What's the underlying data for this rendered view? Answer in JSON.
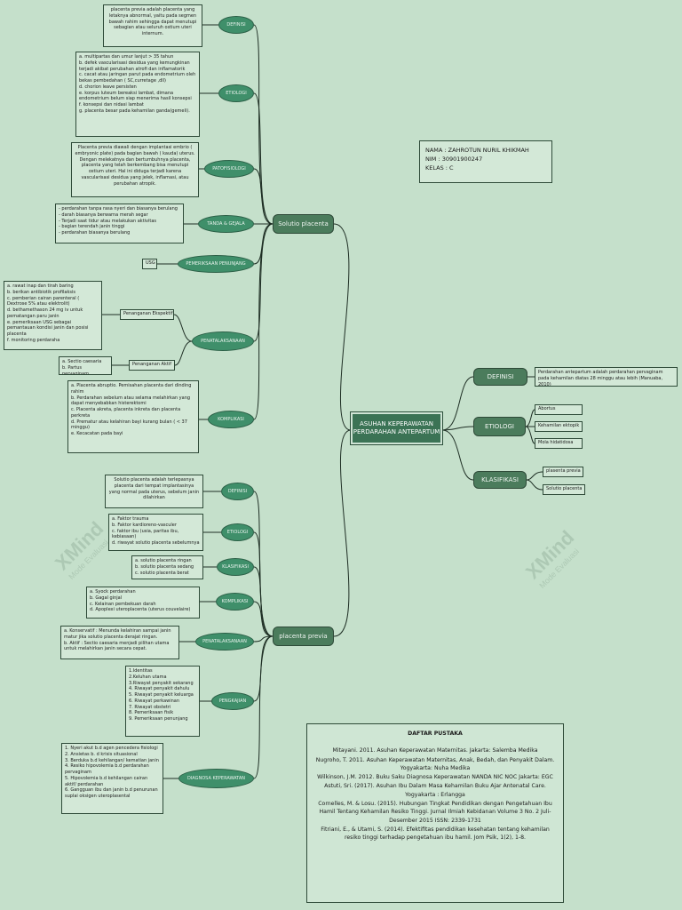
{
  "center": "ASUHAN KEPERAWATAN\nPERDARAHAN ANTEPARTUM",
  "identity": {
    "nama": "NAMA  : ZAHROTUN NURIL KHIKMAH",
    "nim": "NIM     : 30901900247",
    "kelas": "KELAS : C"
  },
  "watermark": {
    "name": "XMind",
    "sub": "Mode Evaluasi"
  },
  "right": {
    "definisi": {
      "label": "DEFINISI",
      "text": "Perdarahan antepartum adalah perdarahan pervaginam pada kehamilan diatas 28 minggu atau lebih (Manuaba, 2010)"
    },
    "etiologi": {
      "label": "ETIOLOGI",
      "items": [
        "Abortus",
        "Kehamilan ektopik",
        "Mola hidatidosa"
      ]
    },
    "klasifikasi": {
      "label": "KLASIFIKASI",
      "items": [
        "plasenta previa",
        "Solutio placenta"
      ]
    }
  },
  "solutio": {
    "label": "Solutio placenta",
    "definisi": {
      "label": "DEFINISI",
      "text": "placenta previa adalah placenta yang letaknya abnormal, yaitu pada  segmen bawah rahim sehingga dapat menutupi sebagian atau seluruh ostium uteri internum."
    },
    "etiologi": {
      "label": "ETIOLOGI",
      "text": "a. multipartas dan umur lanjut > 35 tahun\nb. defek vascularisasi desidua yang kemungkinan terjadi akibat perubahan atrofi dan  inflamatorik\nc. cacat atau jaringan parut pada endometrium oleh bekas pembedahan ( SC,curretage ,dll)\nd. chorion leave persisten\ne. korpus luteum bereaksi lambat, dimana endometrium belum siap menerima hasil konsepsi\nf. konsepsi dan nidasi lambat\ng. placenta besar pada kehamilan ganda(gemeli)."
    },
    "patofisiologi": {
      "label": "PATOFISIOLOGI",
      "text": "Placenta previa diawali dengan implantasi embrio ( embryonic plate) pada bagian bawah ( kauda) uterus. Dengan melekatnya dan bertumbuhnya placenta, placenta yang telah berkembang bisa menutupi ostium uteri. Hal ini diduga terjadi karena vascularisasi desidua  yang jelek, inflamasi, atau perubahan atropik."
    },
    "tanda": {
      "label": "TANDA & GEJALA",
      "text": "- perdarahan tanpa rasa nyeri dan biasanya berulang\n- darah biasanya berwarna merah segar\n- Terjadi saat tidur atau melakukan aktivitas\n- bagian terendah janin tinggi\n- perdarahan biasanya berulang"
    },
    "pemeriksaan": {
      "label": "PEMERIKSAAN PENUNJANG",
      "text": "USG"
    },
    "penatalaksanaan": {
      "label": "PENATALAKSANAAN",
      "ekspektif": "Penanganan Ekspektif",
      "ekspektif_text": "a. rawat inap dan tirah baring\nb. berikan antibiotik profilaksis\nc. pemberian cairan parenteral ( Dextrose 5% atau elektrolit)\nd. bethamethason 24 mg iv untuk pematangan paru janin\ne. pemeriksaan USG sebagai pemantauan kondisi janin dan posisi placenta\nf. monitoring perdaraha",
      "aktif": "Penanganan Aktif",
      "aktif_text": "a. Sectio caesaria\nb. Partus pervaginam"
    },
    "komplikasi": {
      "label": "KOMPLIKASI",
      "text": "a. Placenta abruptio. Pemisahan placenta dari dinding rahim\nb. Perdarahan sebelum atau selama melahirkan yang dapat menyebabkan histerektomi\nc. Placenta akreta, placenta inkreta dan placenta perkreta\nd. Prematur atau kelahiran bayi kurang bulan ( < 37 minggu)\ne. Kecacatan pada bayi"
    }
  },
  "previa": {
    "label": "placenta previa",
    "definisi": {
      "label": "DEFINISI",
      "text": "Solutio placenta adalah terlepasnya placenta dari tempat implantasinya yang normal pada uterus, sebelum janin dilahirkan"
    },
    "etiologi": {
      "label": "ETIOLOGI",
      "text": "a. Faktor trauma\nb. Faktor kardioreno-vasculer\nc. faktor ibu (usia, paritas ibu, kebiasaan)\nd. riwayat solutio placenta sebelumnya"
    },
    "klasifikasi": {
      "label": "KLASIFIKASI",
      "text": "a. solutio placenta ringan\nb. solutio placenta sedang\nc. solutio placenta berat"
    },
    "komplikasi": {
      "label": "KOMPLIKASI",
      "text": "a. Syock perdarahan\nb. Gagal ginjal\nc. Kelainan pembekuan darah\nd. Apoplexi uteroplacenta (uterus couvelaire)"
    },
    "penatalaksanaan": {
      "label": "PENATALAKSANAAN",
      "text": "a. Konservatif : Menunda kelahiran sampai janin matur jika solutio placenta derajat ringan.\nb. Aktif : Sectio caesaria menjadi pilihan utama untuk melahirkan janin secara cepat."
    },
    "pengkajian": {
      "label": "PENGKAJIAN",
      "text": "1.Identitas\n2.Keluhan utama\n3.Riwayat penyakit sekarang\n4. Riwayat penyakit dahulu\n5. Riwayat penyakit keluarga\n6. Riwayat perkawinan\n7. Riwayat obstetri\n8. Pemeriksaan fisik\n9. Pemeriksaan penunjang"
    },
    "diagnosa": {
      "label": "DIAGNOSA KEPERAWATAN",
      "text": "1. Nyeri akut b.d agen pencedera fisiologi\n2. Ansietas b. d krisis situasional\n3. Berduka b.d kehilangan/ kematian janin\n4. Resiko hipovolemia b.d perdarahan pervaginam\n5. Hipovolemia b.d kehilangan cairan aktif/ perdarahan\n6. Gangguan ibu dan janin b.d penurunan suplai oksigen uteroplasental"
    }
  },
  "pustaka": {
    "title": "DAFTAR PUSTAKA",
    "refs": [
      "Mitayani. 2011. Asuhan Keperawatan Maternitas. Jakarta: Salemba Medika",
      "Nugroho, T. 2011. Asuhan Keperawatan Maternitas, Anak, Bedah, dan Penyakit Dalam. Yogyakarta: Nuha Medika",
      "Wilkinson, J.M. 2012. Buku Saku Diagnosa Keperawatan NANDA NIC NOC Jakarta: EGC",
      "Astuti, Sri. (2017). Asuhan Ibu Dalam Masa Kehamilan Buku Ajar Antenatal Care. Yogyakarta : Erlangga",
      "Cornelles, M. & Losu. (2015). Hubungan Tingkat Pendidikan dengan Pengetahuan Ibu Hamil Tentang Kehamilan Resiko Tinggi. Jurnal Ilmiah Kebidanan Volume 3 No. 2 Juli-Desember 2015 ISSN: 2339-1731",
      "Fitriani, E., & Utami, S. (2014). Efektifitas pendidikan kesehatan tentang kehamilan resiko tinggi terhadap pengetahuan ibu hamil. Jom Psik, 1(2), 1-8."
    ]
  }
}
